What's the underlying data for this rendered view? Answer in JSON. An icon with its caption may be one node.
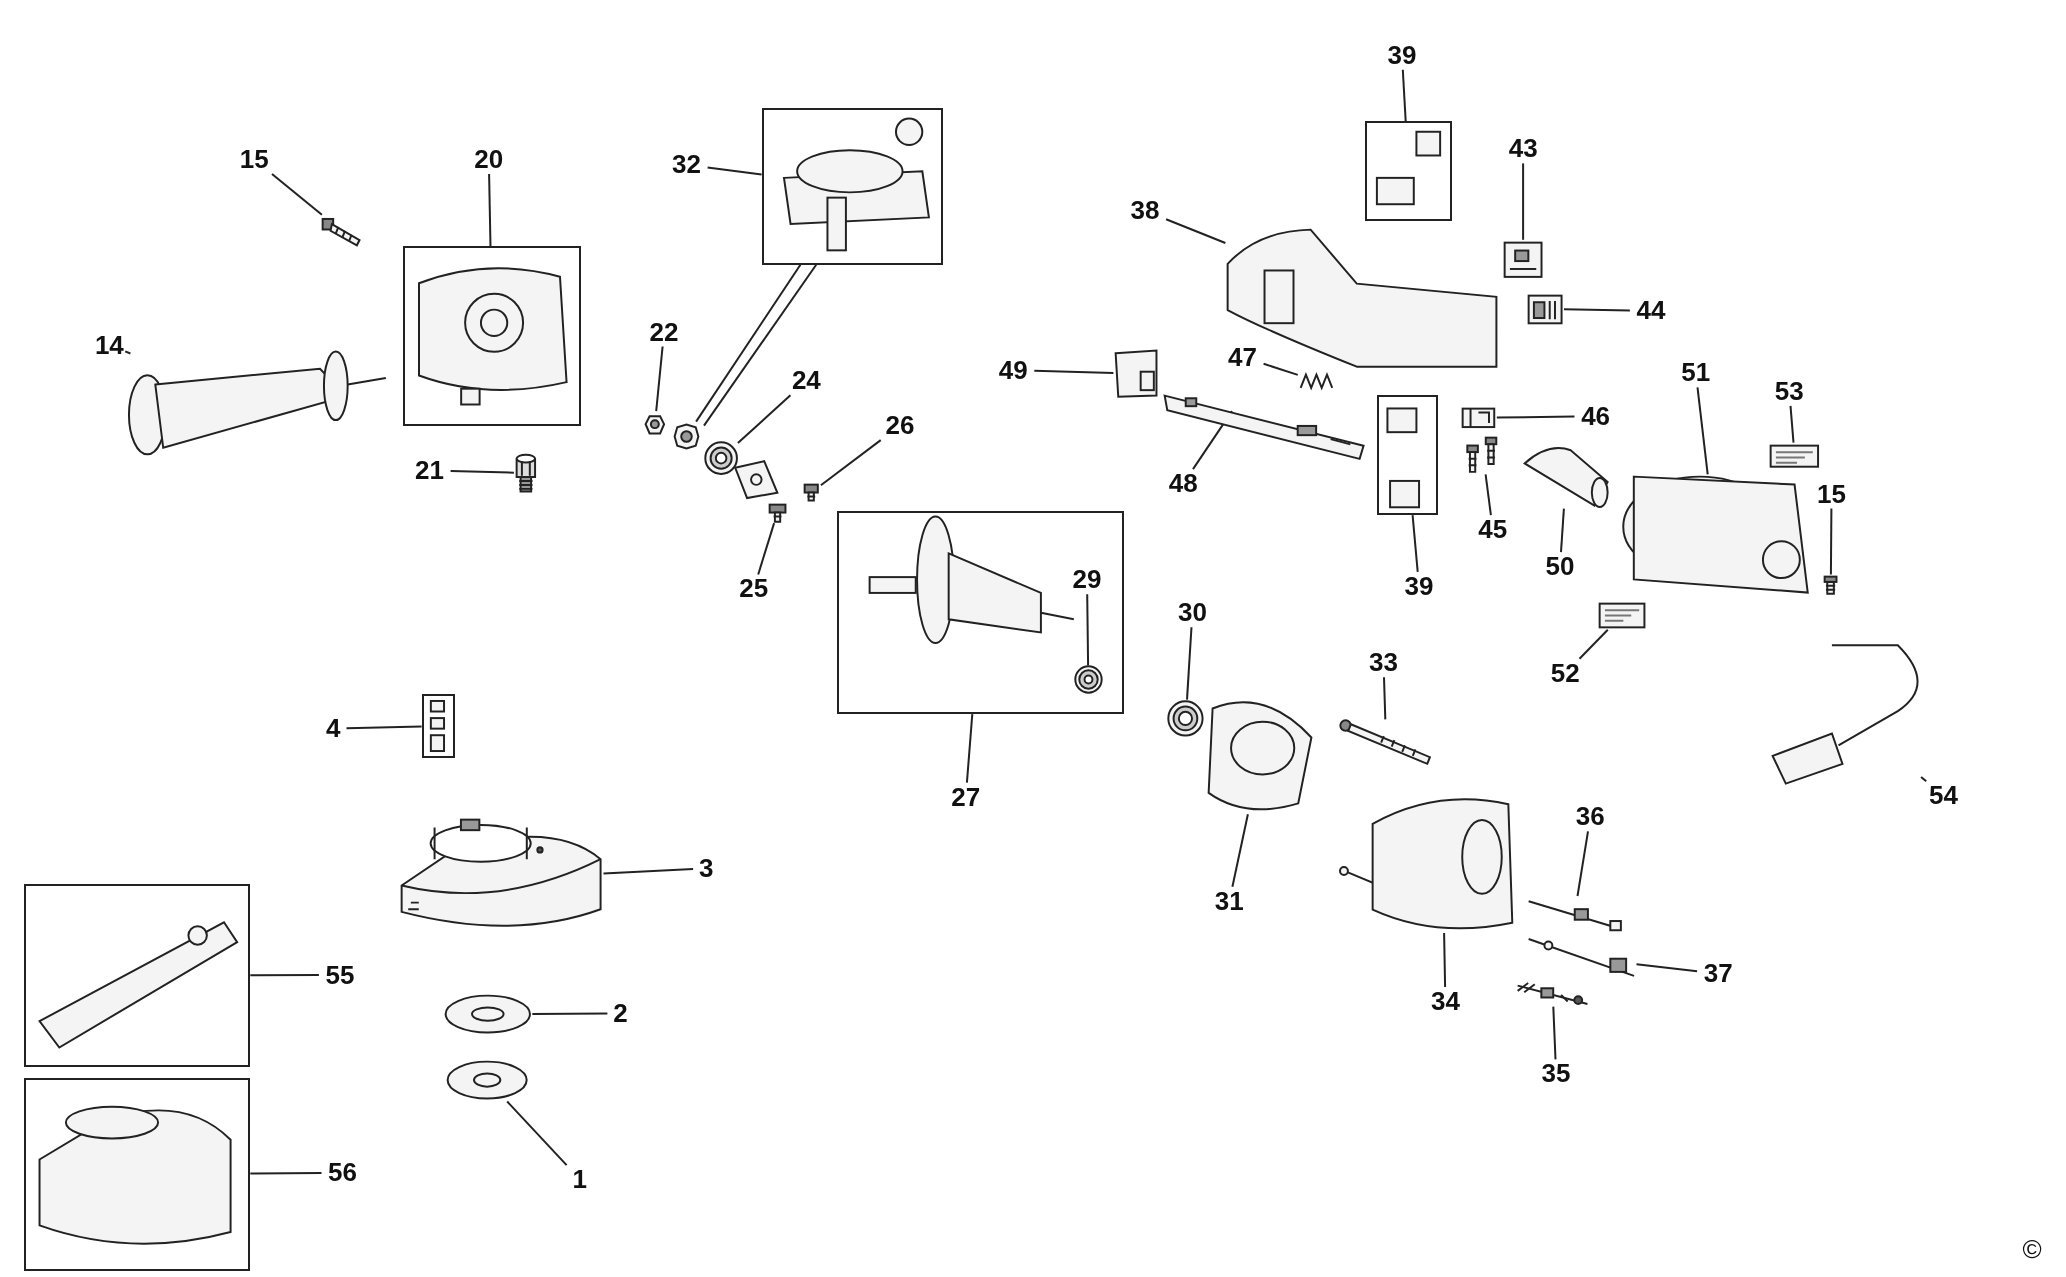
{
  "diagram": {
    "nodes": [
      {
        "text": [
          "15"
        ]
      },
      {
        "text": [
          "20"
        ]
      },
      {
        "text": [],
        "shape": "box"
      },
      {
        "text": [
          "14"
        ]
      },
      {
        "text": [
          "21"
        ]
      },
      {
        "text": [
          "32"
        ]
      },
      {
        "text": [],
        "shape": "box"
      },
      {
        "text": [
          "22"
        ]
      },
      {
        "text": [
          "24"
        ]
      },
      {
        "text": [
          "26"
        ]
      },
      {
        "text": [
          "25"
        ]
      },
      {
        "text": [
          "27"
        ]
      },
      {
        "text": [],
        "shape": "box"
      },
      {
        "text": [
          "29"
        ],
        "in": 12
      },
      {
        "text": [
          "39"
        ]
      },
      {
        "text": [],
        "shape": "box"
      },
      {
        "text": [
          "43"
        ]
      },
      {
        "text": [
          "38"
        ]
      },
      {
        "text": [
          "44"
        ]
      },
      {
        "text": [
          "49"
        ]
      },
      {
        "text": [
          "47"
        ]
      },
      {
        "text": [
          "48"
        ]
      },
      {
        "text": [
          "46"
        ]
      },
      {
        "text": [
          "39"
        ]
      },
      {
        "text": [],
        "shape": "box"
      },
      {
        "text": [
          "45"
        ]
      },
      {
        "text": [
          "51"
        ]
      },
      {
        "text": [
          "53"
        ]
      },
      {
        "text": [
          "15"
        ]
      },
      {
        "text": [
          "50"
        ]
      },
      {
        "text": [
          "52"
        ]
      },
      {
        "text": [
          "30"
        ]
      },
      {
        "text": [
          "33"
        ]
      },
      {
        "text": [
          "31"
        ]
      },
      {
        "text": [
          "54"
        ]
      },
      {
        "text": [
          "36"
        ]
      },
      {
        "text": [
          "37"
        ]
      },
      {
        "text": [
          "34"
        ]
      },
      {
        "text": [
          "35"
        ]
      },
      {
        "text": [
          "4"
        ]
      },
      {
        "text": [],
        "shape": "box"
      },
      {
        "text": [
          "3"
        ]
      },
      {
        "text": [
          "55"
        ]
      },
      {
        "text": [],
        "shape": "box"
      },
      {
        "text": [
          "2"
        ]
      },
      {
        "text": [
          "56"
        ]
      },
      {
        "text": [],
        "shape": "box"
      },
      {
        "text": [
          "1"
        ]
      },
      {
        "text": [],
        "shape": "picture"
      },
      {
        "text": [],
        "shape": "picture"
      },
      {
        "text": [],
        "shape": "picture"
      },
      {
        "text": [],
        "shape": "picture"
      },
      {
        "text": [],
        "shape": "picture"
      },
      {
        "text": [],
        "shape": "picture"
      },
      {
        "text": [],
        "shape": "picture"
      },
      {
        "text": [],
        "shape": "picture"
      },
      {
        "text": [],
        "shape": "picture",
        "in": 12
      },
      {
        "text": [],
        "shape": "picture"
      },
      {
        "text": [],
        "shape": "picture"
      },
      {
        "text": [],
        "shape": "picture"
      },
      {
        "text": [],
        "shape": "picture"
      },
      {
        "text": [],
        "shape": "picture"
      },
      {
        "text": [],
        "shape": "picture"
      },
      {
        "text": [],
        "shape": "picture"
      },
      {
        "text": [],
        "shape": "picture"
      },
      {
        "text": [],
        "shape": "picture"
      },
      {
        "text": [],
        "shape": "picture"
      },
      {
        "text": [],
        "shape": "picture"
      },
      {
        "text": [],
        "shape": "picture"
      },
      {
        "text": [],
        "shape": "picture"
      },
      {
        "text": [],
        "shape": "picture"
      },
      {
        "text": [],
        "shape": "picture"
      },
      {
        "text": [],
        "shape": "picture"
      },
      {
        "text": [],
        "shape": "picture"
      },
      {
        "text": [],
        "shape": "picture"
      },
      {
        "text": [],
        "shape": "picture"
      },
      {
        "text": [],
        "shape": "picture"
      },
      {
        "text": [],
        "shape": "picture"
      },
      {
        "text": [],
        "shape": "picture"
      },
      {
        "text": [],
        "shape": "picture"
      },
      {
        "text": [],
        "shape": "picture"
      }
    ],
    "edges": [
      {
        "from": 0,
        "to": 48,
        "arrow": "none"
      },
      {
        "from": 1,
        "to": 2,
        "arrow": "none"
      },
      {
        "from": 3,
        "to": 49,
        "arrow": "none"
      },
      {
        "from": 4,
        "to": 50,
        "arrow": "none"
      },
      {
        "from": 5,
        "to": 6,
        "arrow": "none"
      },
      {
        "from": 6,
        "to": 51,
        "arrow": "none"
      },
      {
        "from": 6,
        "to": 51,
        "arrow": "none"
      },
      {
        "from": 7,
        "to": 52,
        "arrow": "none"
      },
      {
        "from": 8,
        "to": 53,
        "arrow": "none"
      },
      {
        "from": 9,
        "to": 54,
        "arrow": "none"
      },
      {
        "from": 10,
        "to": 55,
        "arrow": "none"
      },
      {
        "from": 11,
        "to": 12,
        "arrow": "none"
      },
      {
        "from": 13,
        "to": 56,
        "arrow": "none"
      },
      {
        "from": 14,
        "to": 15,
        "arrow": "none"
      },
      {
        "from": 16,
        "to": 57,
        "arrow": "none"
      },
      {
        "from": 17,
        "to": 58,
        "arrow": "none"
      },
      {
        "from": 18,
        "to": 59,
        "arrow": "none"
      },
      {
        "from": 19,
        "to": 60,
        "arrow": "none"
      },
      {
        "from": 20,
        "to": 61,
        "arrow": "none"
      },
      {
        "from": 21,
        "to": 62,
        "arrow": "none"
      },
      {
        "from": 22,
        "to": 63,
        "arrow": "none"
      },
      {
        "from": 23,
        "to": 24,
        "arrow": "none"
      },
      {
        "from": 25,
        "to": 64,
        "arrow": "none"
      },
      {
        "from": 26,
        "to": 65,
        "arrow": "none"
      },
      {
        "from": 27,
        "to": 66,
        "arrow": "none"
      },
      {
        "from": 28,
        "to": 67,
        "arrow": "none"
      },
      {
        "from": 29,
        "to": 68,
        "arrow": "none"
      },
      {
        "from": 30,
        "to": 69,
        "arrow": "none"
      },
      {
        "from": 31,
        "to": 70,
        "arrow": "none"
      },
      {
        "from": 32,
        "to": 71,
        "arrow": "none"
      },
      {
        "from": 33,
        "to": 72,
        "arrow": "none"
      },
      {
        "from": 34,
        "to": 73,
        "arrow": "none"
      },
      {
        "from": 35,
        "to": 74,
        "arrow": "none"
      },
      {
        "from": 36,
        "to": 75,
        "arrow": "none"
      },
      {
        "from": 37,
        "to": 76,
        "arrow": "none"
      },
      {
        "from": 38,
        "to": 77,
        "arrow": "none"
      },
      {
        "from": 39,
        "to": 40,
        "arrow": "none"
      },
      {
        "from": 41,
        "to": 78,
        "arrow": "none"
      },
      {
        "from": 42,
        "to": 43,
        "arrow": "none"
      },
      {
        "from": 44,
        "to": 79,
        "arrow": "none"
      },
      {
        "from": 45,
        "to": 46,
        "arrow": "none"
      },
      {
        "from": 47,
        "to": 80,
        "arrow": "none"
      }
    ],
    "labels": [
      "©"
    ]
  }
}
